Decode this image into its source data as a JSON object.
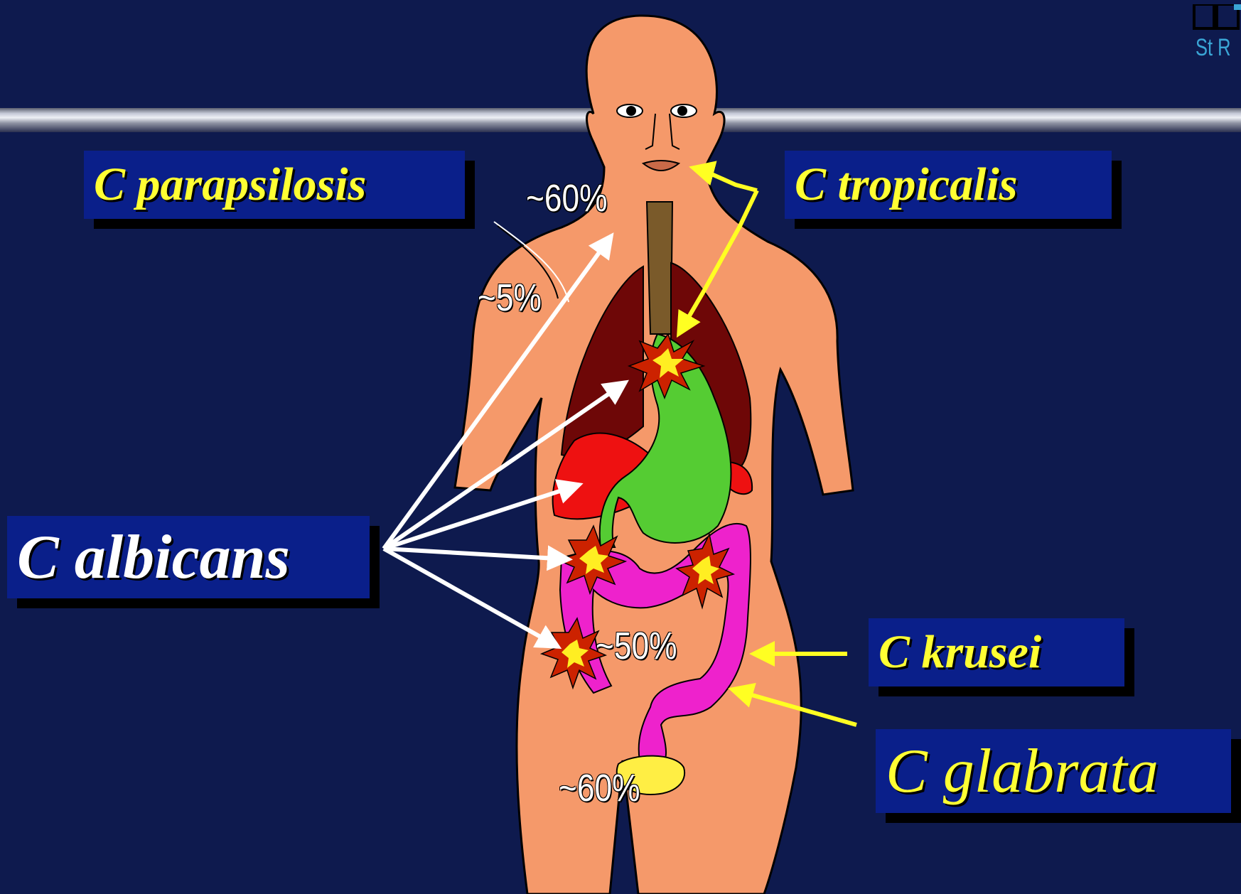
{
  "labels": {
    "parapsilosis": "C parapsilosis",
    "tropicalis": "C tropicalis",
    "albicans": "C albicans",
    "krusei": "C krusei",
    "glabrata": "C glabrata"
  },
  "percentages": {
    "mouth": "~60%",
    "skin": "~5%",
    "gut": "~50%",
    "vagina": "~60%"
  },
  "logo": {
    "text": "St R"
  },
  "colors": {
    "background": "#0e1a4e",
    "label_box": "#0a1f8a",
    "label_text": "#ffff33",
    "albicans_text": "#ffffff",
    "skin": "#f5996a",
    "lungs": "#6e0707",
    "liver": "#ee1111",
    "stomach": "#55cc33",
    "intestine": "#ee22cc",
    "bladder": "#ffee44",
    "esophagus": "#7a5a2a",
    "white_arrow": "#ffffff",
    "yellow_arrow": "#ffff22"
  }
}
